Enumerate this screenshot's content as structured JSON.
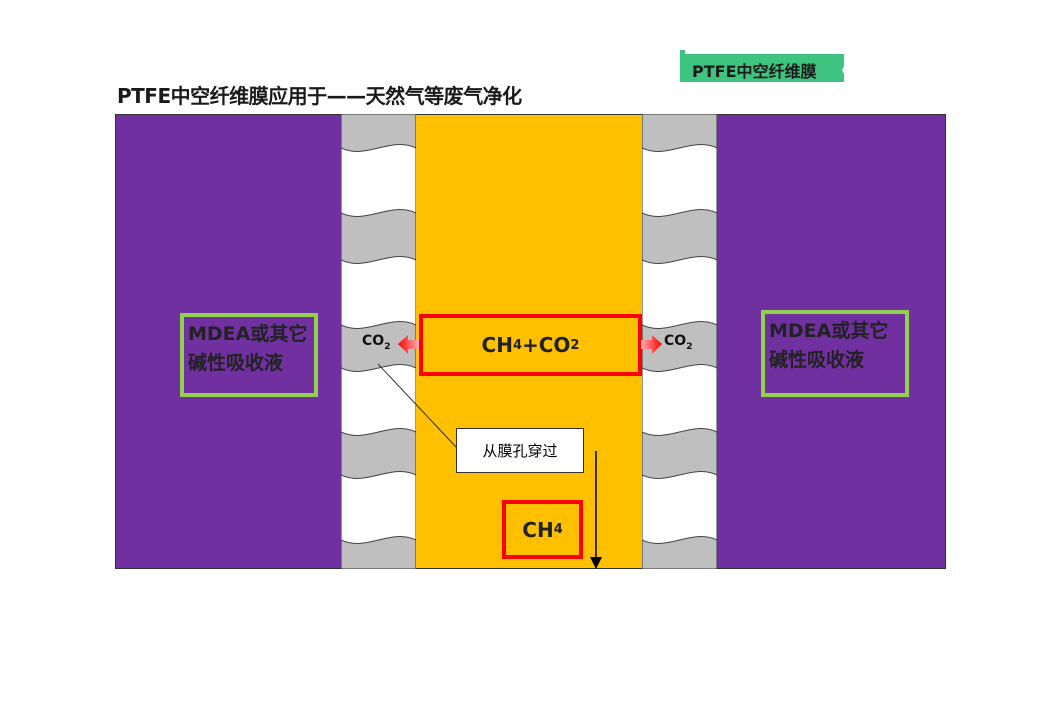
{
  "title": "PTFE中空纤维膜应用于——天然气等废气净化",
  "flag_label": "PTFE中空纤维膜",
  "left_label": "MDEA或其它碱性吸收液",
  "right_label": "MDEA或其它碱性吸收液",
  "feed": {
    "a": "CH",
    "a_sub": "4",
    "b": "+CO",
    "b_sub": "2"
  },
  "product": {
    "a": "CH",
    "a_sub": "4"
  },
  "co2_left": {
    "a": "CO",
    "sub": "2"
  },
  "co2_right": {
    "a": "CO",
    "sub": "2"
  },
  "note": "从膜孔穿过",
  "colors": {
    "purple": "#7030a0",
    "yellow": "#ffc000",
    "membrane": "#bfbfbf",
    "green": "#92d050",
    "flag": "#3fc380",
    "red": "#ff0000"
  }
}
